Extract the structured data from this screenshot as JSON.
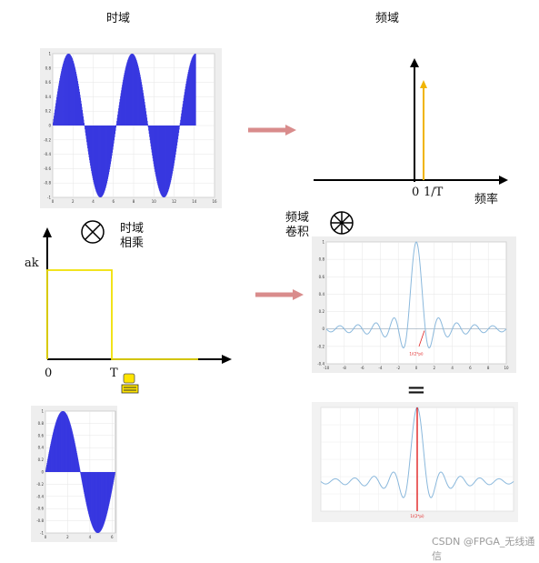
{
  "headings": {
    "time_domain": "时域",
    "frequency_domain": "频域"
  },
  "operations": {
    "time_multiply_line1": "时域",
    "time_multiply_line2": "相乘",
    "freq_conv_line1": "频域",
    "freq_conv_line2": "卷积",
    "equals": "="
  },
  "spectrum": {
    "origin_label": "0",
    "impulse_label": "1/T",
    "axis_label": "频率",
    "impulse_color": "#f0b400"
  },
  "window": {
    "y_label": "ak",
    "origin_label": "0",
    "width_label": "T",
    "rect_color": "#f0e000"
  },
  "sinc_plot": {
    "annotation": "1/(2*pi)",
    "x_ticks": [
      "-10",
      "-8",
      "-6",
      "-4",
      "-2",
      "0",
      "2",
      "4",
      "6",
      "8",
      "10"
    ],
    "y_ticks": [
      "1",
      "0.8",
      "0.6",
      "0.4",
      "0.2",
      "0",
      "-0.2",
      "-0.4"
    ]
  },
  "sine_plot_top": {
    "x_ticks": [
      "0",
      "2",
      "4",
      "6",
      "8",
      "10",
      "12",
      "14",
      "16"
    ],
    "y_ticks": [
      "1",
      "0.8",
      "0.6",
      "0.4",
      "0.2",
      "0",
      "-0.2",
      "-0.4",
      "-0.6",
      "-0.8",
      "-1"
    ]
  },
  "sine_plot_bottom": {
    "x_ticks": [
      "0",
      "2",
      "4",
      "6"
    ],
    "y_ticks": [
      "1",
      "0.8",
      "0.6",
      "0.4",
      "0.2",
      "0",
      "-0.2",
      "-0.4",
      "-0.6",
      "-0.8",
      "-1"
    ]
  },
  "result_plot": {
    "annotation": "1/(2*pi)"
  },
  "watermark": "CSDN @FPGA_无线通信",
  "colors": {
    "arrow": "#d98c8c",
    "sine_fill": "#3838e0",
    "sinc_line": "#8ab8dc",
    "result_marker": "#e02020"
  }
}
